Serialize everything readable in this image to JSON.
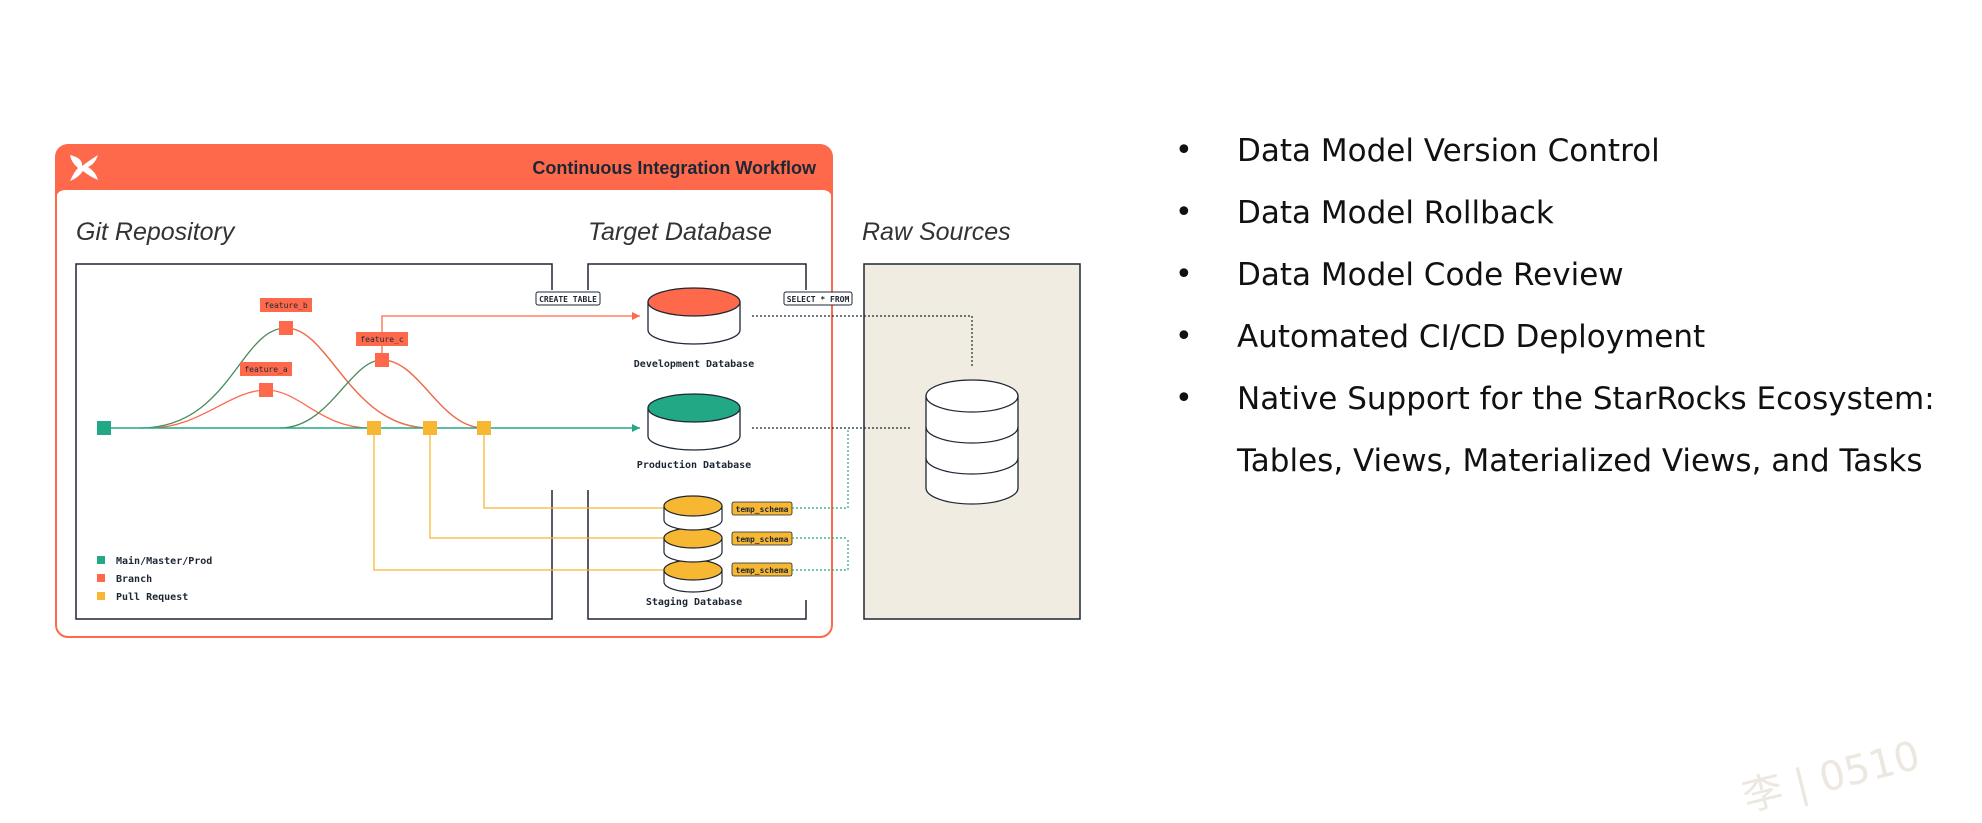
{
  "workflow": {
    "title": "Continuous Integration Workflow",
    "accent": "#FF694B"
  },
  "sections": {
    "git_repository": "Git Repository",
    "target_database": "Target Database",
    "raw_sources": "Raw Sources"
  },
  "git": {
    "branches": [
      "feature_b",
      "feature_a",
      "feature_c"
    ],
    "legend": [
      {
        "label": "Main/Master/Prod",
        "color": "#22A884"
      },
      {
        "label": "Branch",
        "color": "#FF694B"
      },
      {
        "label": "Pull Request",
        "color": "#F7B733"
      }
    ]
  },
  "commands": {
    "create_table": "CREATE TABLE",
    "select_from": "SELECT * FROM"
  },
  "databases": {
    "development": "Development Database",
    "production": "Production Database",
    "staging": "Staging Database",
    "schemas": [
      "temp_schema",
      "temp_schema",
      "temp_schema"
    ]
  },
  "colors": {
    "main": "#22A884",
    "branch": "#FF694B",
    "pull_request": "#F7B733",
    "raw_sources_bg": "#F1ECE2",
    "text_dark": "#1D2733"
  },
  "bullets": [
    "Data Model Version Control",
    "Data Model Rollback",
    "Data Model Code Review",
    "Automated CI/CD Deployment",
    "Native Support for the StarRocks Ecosystem:"
  ],
  "bullet_continuation": "Tables, Views, Materialized Views, and Tasks",
  "bullet_symbol": "•",
  "watermark": "李 | 0510"
}
